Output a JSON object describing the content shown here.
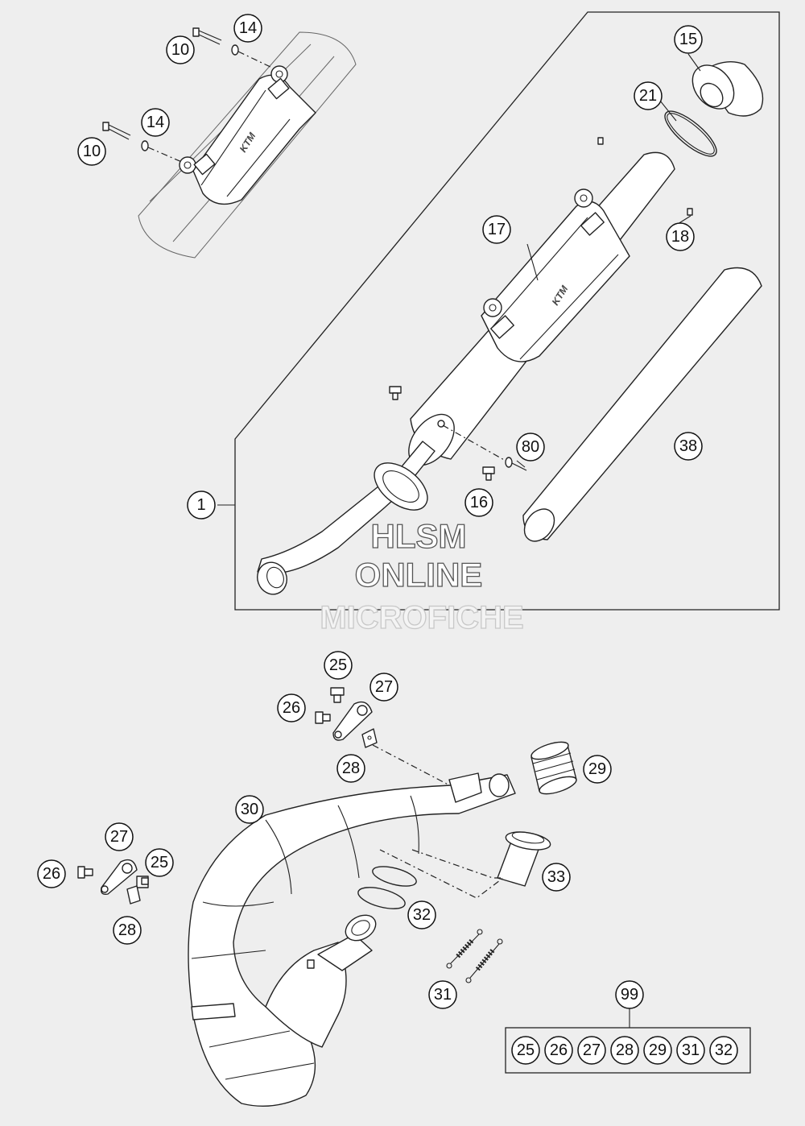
{
  "watermark": {
    "line1": "HLSM",
    "line2": "ONLINE",
    "line3": "MICROFICHE"
  },
  "brand_marks": {
    "upper_muffler": "KTM",
    "detail_muffler": "KTM"
  },
  "callouts": {
    "c10a": "10",
    "c14a": "14",
    "c10b": "10",
    "c14b": "14",
    "c15": "15",
    "c21": "21",
    "c17": "17",
    "c18": "18",
    "c80": "80",
    "c38": "38",
    "c1": "1",
    "c16": "16",
    "c25a": "25",
    "c27a": "27",
    "c26a": "26",
    "c28a": "28",
    "c29": "29",
    "c30": "30",
    "c27b": "27",
    "c25b": "25",
    "c26b": "26",
    "c28b": "28",
    "c33": "33",
    "c32": "32",
    "c31": "31",
    "c99": "99"
  },
  "kit_99": [
    "25",
    "26",
    "27",
    "28",
    "29",
    "31",
    "32"
  ],
  "colors": {
    "background": "#eeeeee",
    "line": "#222222"
  }
}
